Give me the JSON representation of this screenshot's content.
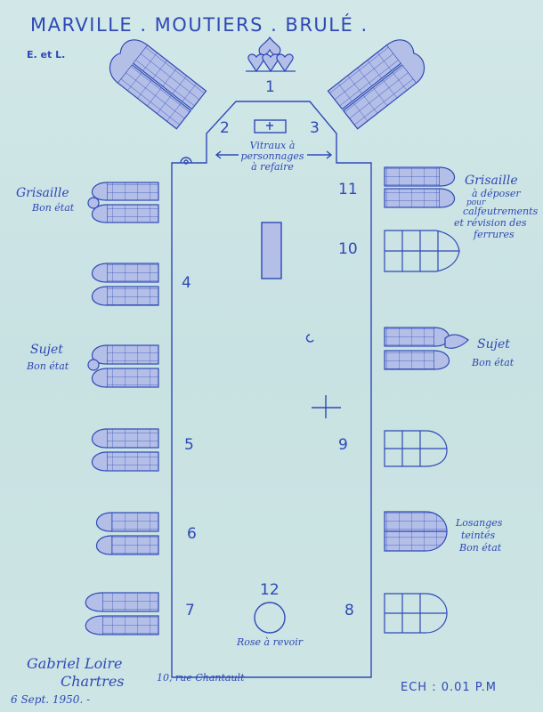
{
  "header": {
    "title": "MARVILLE . MOUTIERS . BRULÉ .",
    "subtitle": "E. et L."
  },
  "window_numbers": {
    "n1": "1",
    "n2": "2",
    "n3": "3",
    "n4": "4",
    "n5": "5",
    "n6": "6",
    "n7": "7",
    "n8": "8",
    "n9": "9",
    "n10": "10",
    "n11": "11",
    "n12": "12"
  },
  "annotations": {
    "vitraux_line1": "Vitraux à",
    "vitraux_line2": "personnages",
    "vitraux_line3": "à refaire",
    "grisaille_left_title": "Grisaille",
    "grisaille_left_state": "Bon état",
    "sujet_left_title": "Sujet",
    "sujet_left_state": "Bon état",
    "grisaille_right_title": "Grisaille",
    "grisaille_right_line2": "à déposer",
    "grisaille_right_line3": "pour",
    "grisaille_right_line4": "calfeutrements",
    "grisaille_right_line5": "et révision des",
    "grisaille_right_line6": "ferrures",
    "sujet_right_title": "Sujet",
    "sujet_right_state": "Bon état",
    "losanges_line1": "Losanges",
    "losanges_line2": "teintés",
    "losanges_line3": "Bon état",
    "rose": "Rose à revoir"
  },
  "footer": {
    "signature_name": "Gabriel Loire",
    "signature_city": "Chartres",
    "address": "10, rue Chantault",
    "date": "6 Sept. 1950. -",
    "scale": "ECH :   0.01 P.M"
  },
  "colors": {
    "ink": "#2f49b7",
    "paper": "#cfe6e6",
    "fill": "#aeb9e6"
  }
}
